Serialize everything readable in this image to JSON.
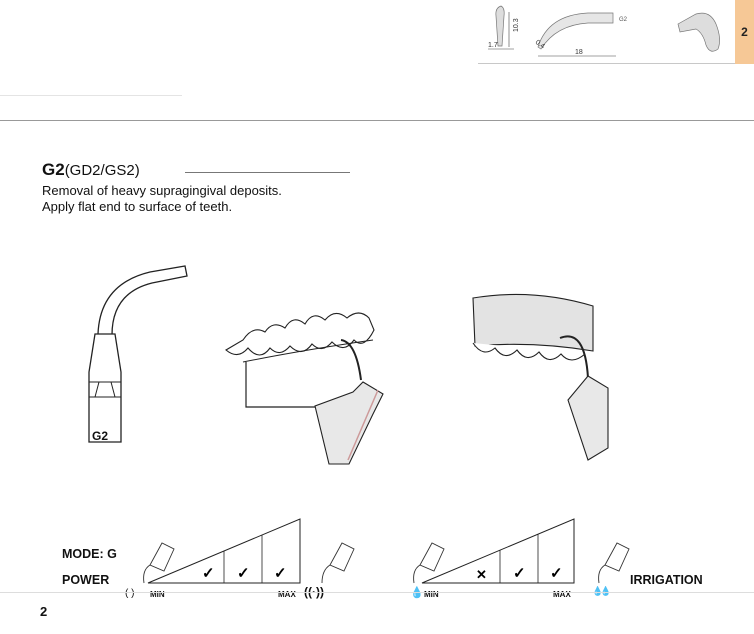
{
  "header": {
    "tip_dimensions": {
      "height": "10.3",
      "width": "1.7",
      "tip": "0.4",
      "length": "18",
      "model": "G2"
    },
    "chapter_tab": "2"
  },
  "tip": {
    "name": "G2",
    "variants": "(GD2/GS2)",
    "description_lines": [
      "Removal of heavy supragingival deposits.",
      "Apply flat end to surface of teeth."
    ],
    "tip_label": "G2"
  },
  "settings": {
    "mode_label": "MODE: G",
    "power": {
      "label": "POWER",
      "min": "MIN",
      "max": "MAX",
      "levels": [
        "check",
        "check",
        "check"
      ]
    },
    "irrigation": {
      "label": "IRRIGATION",
      "min": "MIN",
      "max": "MAX",
      "levels": [
        "cross",
        "check",
        "check"
      ]
    }
  },
  "footer": {
    "page_number": "2"
  }
}
